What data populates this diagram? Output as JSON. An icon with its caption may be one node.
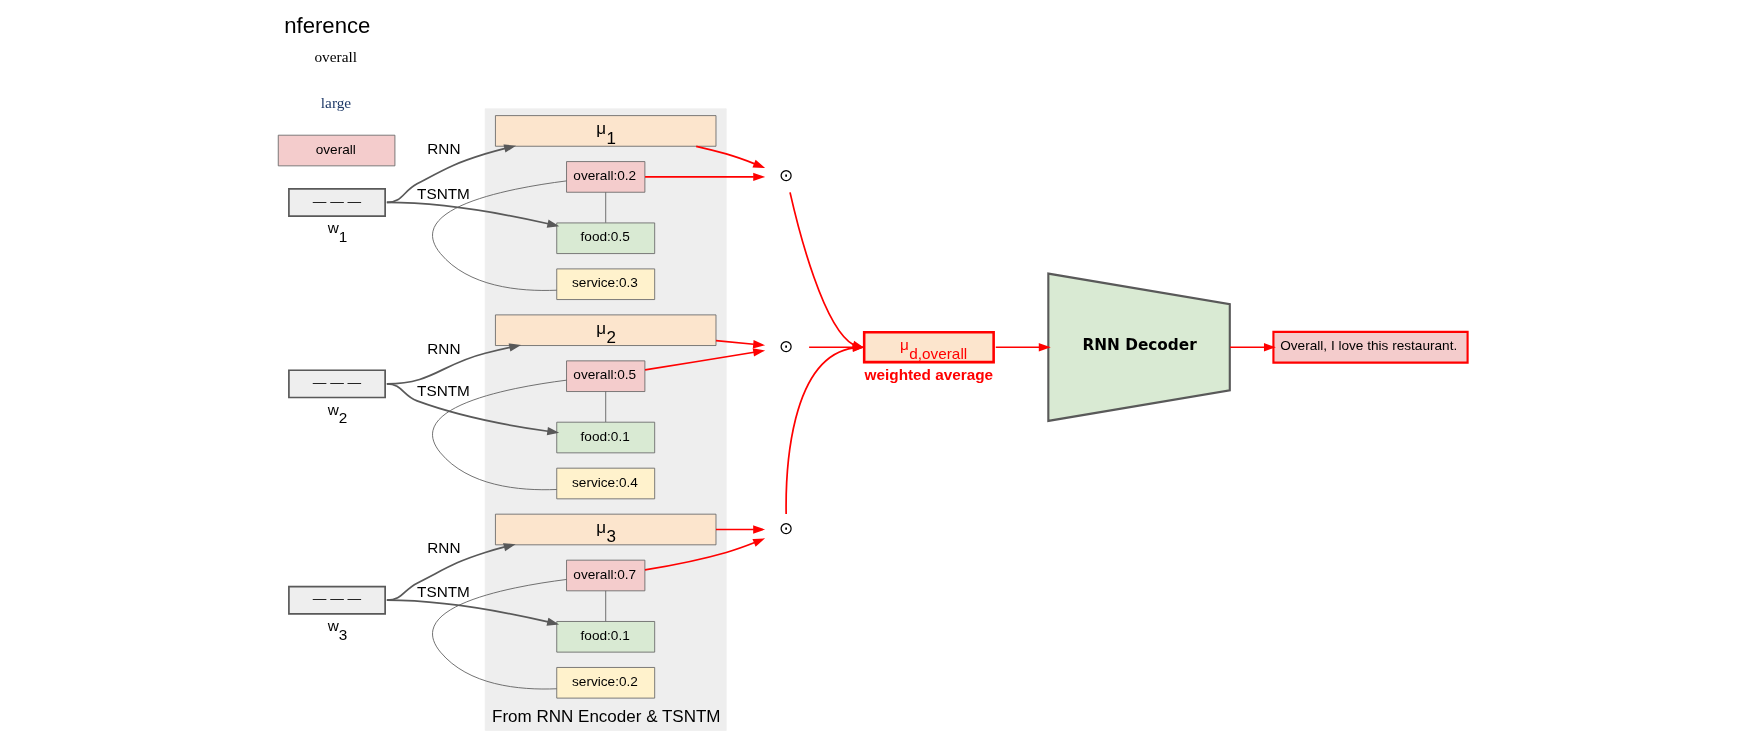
{
  "diagram": {
    "title": "nference",
    "nodes": [
      {
        "text": [
          "From RNN Encoder & TSNTM"
        ]
      },
      {
        "text": [
          "— — —"
        ],
        "beside": [
          "w$_{1}$"
        ]
      },
      {
        "text": [
          "— — —"
        ],
        "beside": [
          "w$_{2}$"
        ]
      },
      {
        "text": [
          "— — —"
        ],
        "beside": [
          "w$_{3}$"
        ]
      },
      {
        "text": [
          "μ$_{1}$"
        ],
        "in": 0
      },
      {
        "text": [
          "overall:0.2"
        ],
        "in": 0
      },
      {
        "text": [
          "food:0.5"
        ],
        "in": 0
      },
      {
        "text": [
          "service:0.3"
        ],
        "in": 0
      },
      {
        "text": [
          "μ$_{2}$"
        ],
        "in": 0
      },
      {
        "text": [
          "overall:0.5"
        ],
        "in": 0
      },
      {
        "text": [
          "food:0.1"
        ],
        "in": 0
      },
      {
        "text": [
          "service:0.4"
        ],
        "in": 0
      },
      {
        "text": [
          "μ$_{3}$"
        ],
        "in": 0
      },
      {
        "text": [
          "overall:0.7"
        ],
        "in": 0
      },
      {
        "text": [
          "food:0.1"
        ],
        "in": 0
      },
      {
        "text": [
          "service:0.2"
        ],
        "in": 0
      },
      {
        "text": [
          "⊙"
        ]
      },
      {
        "text": [
          "⊙"
        ]
      },
      {
        "text": [
          "⊙"
        ]
      },
      {
        "text": [
          "μ$_{d,overall}$"
        ],
        "beside": [
          "weighted average"
        ]
      },
      {
        "text": [
          "RNN Decoder"
        ]
      },
      {
        "text": [
          "Overall, I love this restaurant."
        ]
      },
      {
        "text": [
          "overall"
        ]
      }
    ],
    "edges": [
      {
        "from": 1,
        "to": 4,
        "arrow": "to",
        "label": "RNN"
      },
      {
        "from": 1,
        "to": 6,
        "arrow": "to",
        "label": "TSNTM"
      },
      {
        "from": 5,
        "to": 6,
        "arrow": "none"
      },
      {
        "from": 5,
        "to": 7,
        "arrow": "none"
      },
      {
        "from": 2,
        "to": 8,
        "arrow": "to",
        "label": "RNN"
      },
      {
        "from": 2,
        "to": 10,
        "arrow": "to",
        "label": "TSNTM"
      },
      {
        "from": 9,
        "to": 10,
        "arrow": "none"
      },
      {
        "from": 9,
        "to": 11,
        "arrow": "none"
      },
      {
        "from": 3,
        "to": 12,
        "arrow": "to",
        "label": "RNN"
      },
      {
        "from": 3,
        "to": 14,
        "arrow": "to",
        "label": "TSNTM"
      },
      {
        "from": 13,
        "to": 14,
        "arrow": "none"
      },
      {
        "from": 13,
        "to": 15,
        "arrow": "none"
      },
      {
        "from": 4,
        "to": 16,
        "arrow": "to",
        "color": "#ff0000"
      },
      {
        "from": 5,
        "to": 16,
        "arrow": "to",
        "color": "#ff0000"
      },
      {
        "from": 8,
        "to": 17,
        "arrow": "to",
        "color": "#ff0000"
      },
      {
        "from": 9,
        "to": 17,
        "arrow": "to",
        "color": "#ff0000"
      },
      {
        "from": 12,
        "to": 18,
        "arrow": "to",
        "color": "#ff0000"
      },
      {
        "from": 13,
        "to": 18,
        "arrow": "to",
        "color": "#ff0000"
      },
      {
        "from": 16,
        "to": 19,
        "arrow": "to",
        "color": "#ff0000"
      },
      {
        "from": 17,
        "to": 19,
        "arrow": "to",
        "color": "#ff0000"
      },
      {
        "from": 18,
        "to": 19,
        "arrow": "to",
        "color": "#ff0000"
      },
      {
        "from": 19,
        "to": 20,
        "arrow": "to",
        "color": "#ff0000"
      },
      {
        "from": 20,
        "to": 21,
        "arrow": "to",
        "color": "#ff0000"
      }
    ],
    "labels": [
      "large",
      "overall"
    ]
  }
}
